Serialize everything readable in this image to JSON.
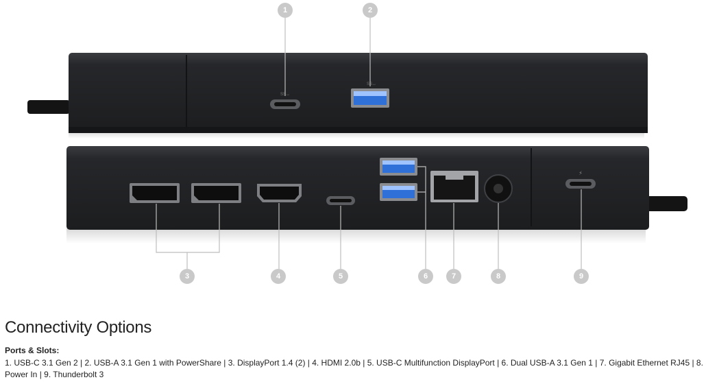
{
  "product_image": {
    "callouts": [
      "1",
      "2",
      "3",
      "4",
      "5",
      "6",
      "7",
      "8",
      "9"
    ],
    "colors": {
      "dock_body": "#2b2d30",
      "dock_face": "#232427",
      "callout": "#c9c9c9",
      "port_blue": "#2f6fd8"
    }
  },
  "section": {
    "title": "Connectivity Options",
    "subtitle": "Ports & Slots:",
    "description": "1. USB-C 3.1 Gen 2 | 2. USB-A 3.1 Gen 1 with PowerShare | 3. DisplayPort 1.4 (2) | 4. HDMI 2.0b | 5. USB-C Multifunction DisplayPort | 6. Dual USB-A 3.1 Gen 1 | 7. Gigabit Ethernet RJ45 | 8. Power In | 9. Thunderbolt 3"
  }
}
